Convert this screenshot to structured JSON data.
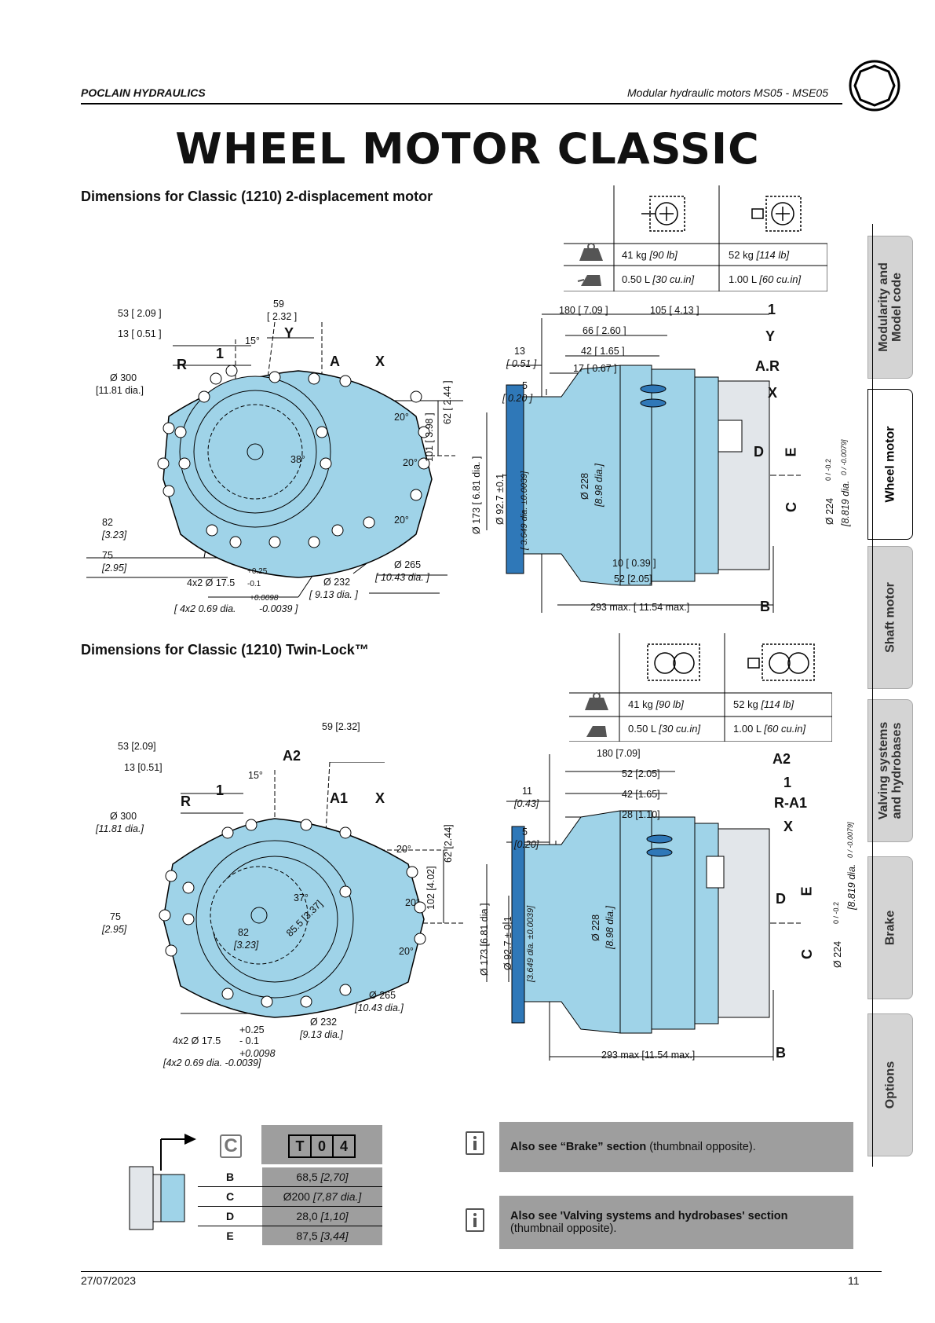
{
  "header": {
    "company": "POCLAIN HYDRAULICS",
    "doc_title": "Modular hydraulic motors MS05 - MSE05"
  },
  "page_title": "WHEEL MOTOR CLASSIC",
  "side_tabs": [
    {
      "label_1": "Modularity and",
      "label_2": "Model code",
      "active": false
    },
    {
      "label_1": "Wheel motor",
      "label_2": "",
      "active": true
    },
    {
      "label_1": "Shaft motor",
      "label_2": "",
      "active": false
    },
    {
      "label_1": "Valving systems",
      "label_2": "and hydrobases",
      "active": false
    },
    {
      "label_1": "Brake",
      "label_2": "",
      "active": false
    },
    {
      "label_1": "Options",
      "label_2": "",
      "active": false
    }
  ],
  "section1": {
    "title": "Dimensions for Classic (1210) 2-displacement motor",
    "spec": {
      "weight_a": "41 kg",
      "weight_a_imp": "[90 lb]",
      "weight_b": "52 kg",
      "weight_b_imp": "[114 lb]",
      "vol_a": "0.50 L",
      "vol_a_imp": "[30 cu.in]",
      "vol_b": "1.00 L",
      "vol_b_imp": "[60 cu.in]"
    },
    "front": {
      "d53": "53 [ 2.09 ]",
      "d13": "13 [ 0.51 ]",
      "d59": "59",
      "d59b": "[ 2.32 ]",
      "ang15": "15°",
      "Y": "Y",
      "one": "1",
      "R": "R",
      "A": "A",
      "X": "X",
      "d300": "Ø 300",
      "d300b": "[11.81 dia.]",
      "ang20a": "20°",
      "ang20b": "20°",
      "ang20c": "20°",
      "ang38": "38°",
      "d101": "101 [ 3.98 ]",
      "d62": "62 [ 2.44 ]",
      "d82": "82",
      "d82b": "[3.23]",
      "d75": "75",
      "d75b": "[2.95]",
      "tol_p": "+0.25",
      "hole": "4x2 Ø 17.5",
      "tol_m": "-0.1",
      "tol_ip": "+0.0098",
      "hole_imp": "[ 4x2 0.69 dia.",
      "tol_im": "-0.0039 ]",
      "d232": "Ø 232",
      "d232b": "[  9.13 dia. ]",
      "d265": "Ø 265",
      "d265b": "[  10.43 dia. ]"
    },
    "side": {
      "d180": "180 [ 7.09 ]",
      "d105": "105 [ 4.13 ]",
      "one": "1",
      "d66": "66 [ 2.60 ]",
      "Y": "Y",
      "d13": "13",
      "d13b": "[ 0.51 ]",
      "d42": "42 [ 1.65 ]",
      "AR": "A.R",
      "d17": "17 [ 0.67 ]",
      "d5": "5",
      "d5b": "[ 0.20 ]",
      "X": "X",
      "D": "D",
      "E": "E",
      "C": "C",
      "d173": "Ø 173 [ 6.81 dia. ]",
      "d927": "Ø 92.7 ±0.1",
      "d927b": "[ 3.649 dia. ±0.0039]",
      "d228": "Ø 228",
      "d228b": "[8.98 dia.]",
      "d224": "Ø 224",
      "d224t": "0 / -0.2",
      "d224b": "[8.819 dia.",
      "d224bt": "0 / -0.0079]",
      "d10": "10 [ 0.39 ]",
      "d52": "52 [2.05]",
      "d293": "293 max. [ 11.54 max.]",
      "B": "B"
    }
  },
  "section2": {
    "title": "Dimensions for Classic (1210) Twin-Lock™",
    "spec": {
      "weight_a": "41 kg",
      "weight_a_imp": "[90 lb]",
      "weight_b": "52 kg",
      "weight_b_imp": "[114 lb]",
      "vol_a": "0.50 L",
      "vol_a_imp": "[30 cu.in]",
      "vol_b": "1.00 L",
      "vol_b_imp": "[60 cu.in]"
    },
    "front": {
      "d53": "53   [2.09]",
      "d13": "13   [0.51]",
      "d59": "59   [2.32]",
      "A2": "A2",
      "ang15": "15°",
      "one": "1",
      "R": "R",
      "A1": "A1",
      "X": "X",
      "d300": "Ø 300",
      "d300b": "[11.81 dia.]",
      "ang20a": "20°",
      "ang20b": "20°",
      "ang20c": "20°",
      "d102": "102   [4.02]",
      "d62": "62   [2.44]",
      "ang37": "37°",
      "d855": "85.5 [3.37]",
      "d75": "75",
      "d75b": "[2.95]",
      "d82": "82",
      "d82b": "[3.23]",
      "d265": "Ø 265",
      "d265b": "[10.43 dia.]",
      "d232": "Ø 232",
      "d232b": "[9.13 dia.]",
      "tol_p": "+0.25",
      "hole": "4x2 Ø 17.5",
      "tol_m": "- 0.1",
      "tol_ip": "+0.0098",
      "hole_imp": "[4x2 0.69 dia. -0.0039]"
    },
    "side": {
      "d180": "180 [7.09]",
      "A2": "A2",
      "d52": "52   [2.05]",
      "one": "1",
      "d11": "11",
      "d11b": "[0.43]",
      "d42": "42   [1.65]",
      "RA1": "R-A1",
      "d28": "28   [1.10]",
      "d5": "5",
      "d5b": "[0.20]",
      "X": "X",
      "D": "D",
      "E": "E",
      "C": "C",
      "d173": "Ø 173   [6.81 dia.]",
      "d927": "Ø 92.7 ± 0.1",
      "d927b": "[3.649 dia. ±0.0039]",
      "d228": "Ø 228",
      "d228b": "[8.98 dia.]",
      "d224": "Ø 224",
      "d224t": "0 / -0.2",
      "d224b": "[8.819 dia.",
      "d224bt": "0 / -0.0079]",
      "d293": "293 max [11.54 max.]",
      "B": "B"
    }
  },
  "c_table": {
    "symbol": "C",
    "code": [
      "T",
      "0",
      "4"
    ],
    "rows": [
      {
        "key": "B",
        "val": "68,5",
        "imp": "[2,70]"
      },
      {
        "key": "C",
        "val": "Ø200",
        "imp": "[7,87 dia.]"
      },
      {
        "key": "D",
        "val": "28,0",
        "imp": "[1,10]"
      },
      {
        "key": "E",
        "val": "87,5",
        "imp": "[3,44]"
      }
    ]
  },
  "info": [
    {
      "bold": "Also see “Brake” section",
      "rest": " (thumbnail opposite)."
    },
    {
      "bold": "Also see 'Valving systems and hydrobases' section",
      "rest": "(thumbnail opposite)."
    }
  ],
  "footer": {
    "date": "27/07/2023",
    "page": "11"
  },
  "colors": {
    "motor_blue": "#9fd3e8",
    "flange_blue": "#2f78b8",
    "grey_part": "#e2e6ea",
    "info_bg": "#9e9e9e"
  }
}
